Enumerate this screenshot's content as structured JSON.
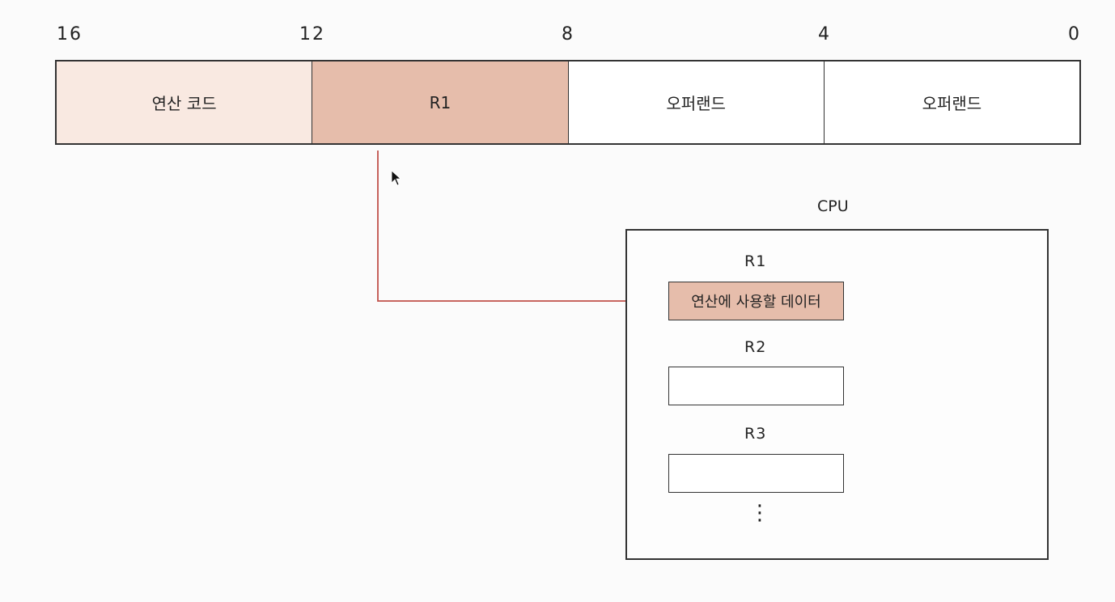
{
  "bit_positions": {
    "b16": "16",
    "b12": "12",
    "b8": "8",
    "b4": "4",
    "b0": "0"
  },
  "instruction": {
    "opcode": "연산 코드",
    "register": "R1",
    "operand1": "오퍼랜드",
    "operand2": "오퍼랜드"
  },
  "cpu": {
    "label": "CPU",
    "registers": [
      {
        "name": "R1",
        "content": "연산에 사용할 데이터"
      },
      {
        "name": "R2",
        "content": ""
      },
      {
        "name": "R3",
        "content": ""
      }
    ],
    "more": "⋮"
  },
  "colors": {
    "opcode_fill": "#f9e9e1",
    "register_fill": "#e6bdab",
    "arrow": "#c0524a"
  }
}
